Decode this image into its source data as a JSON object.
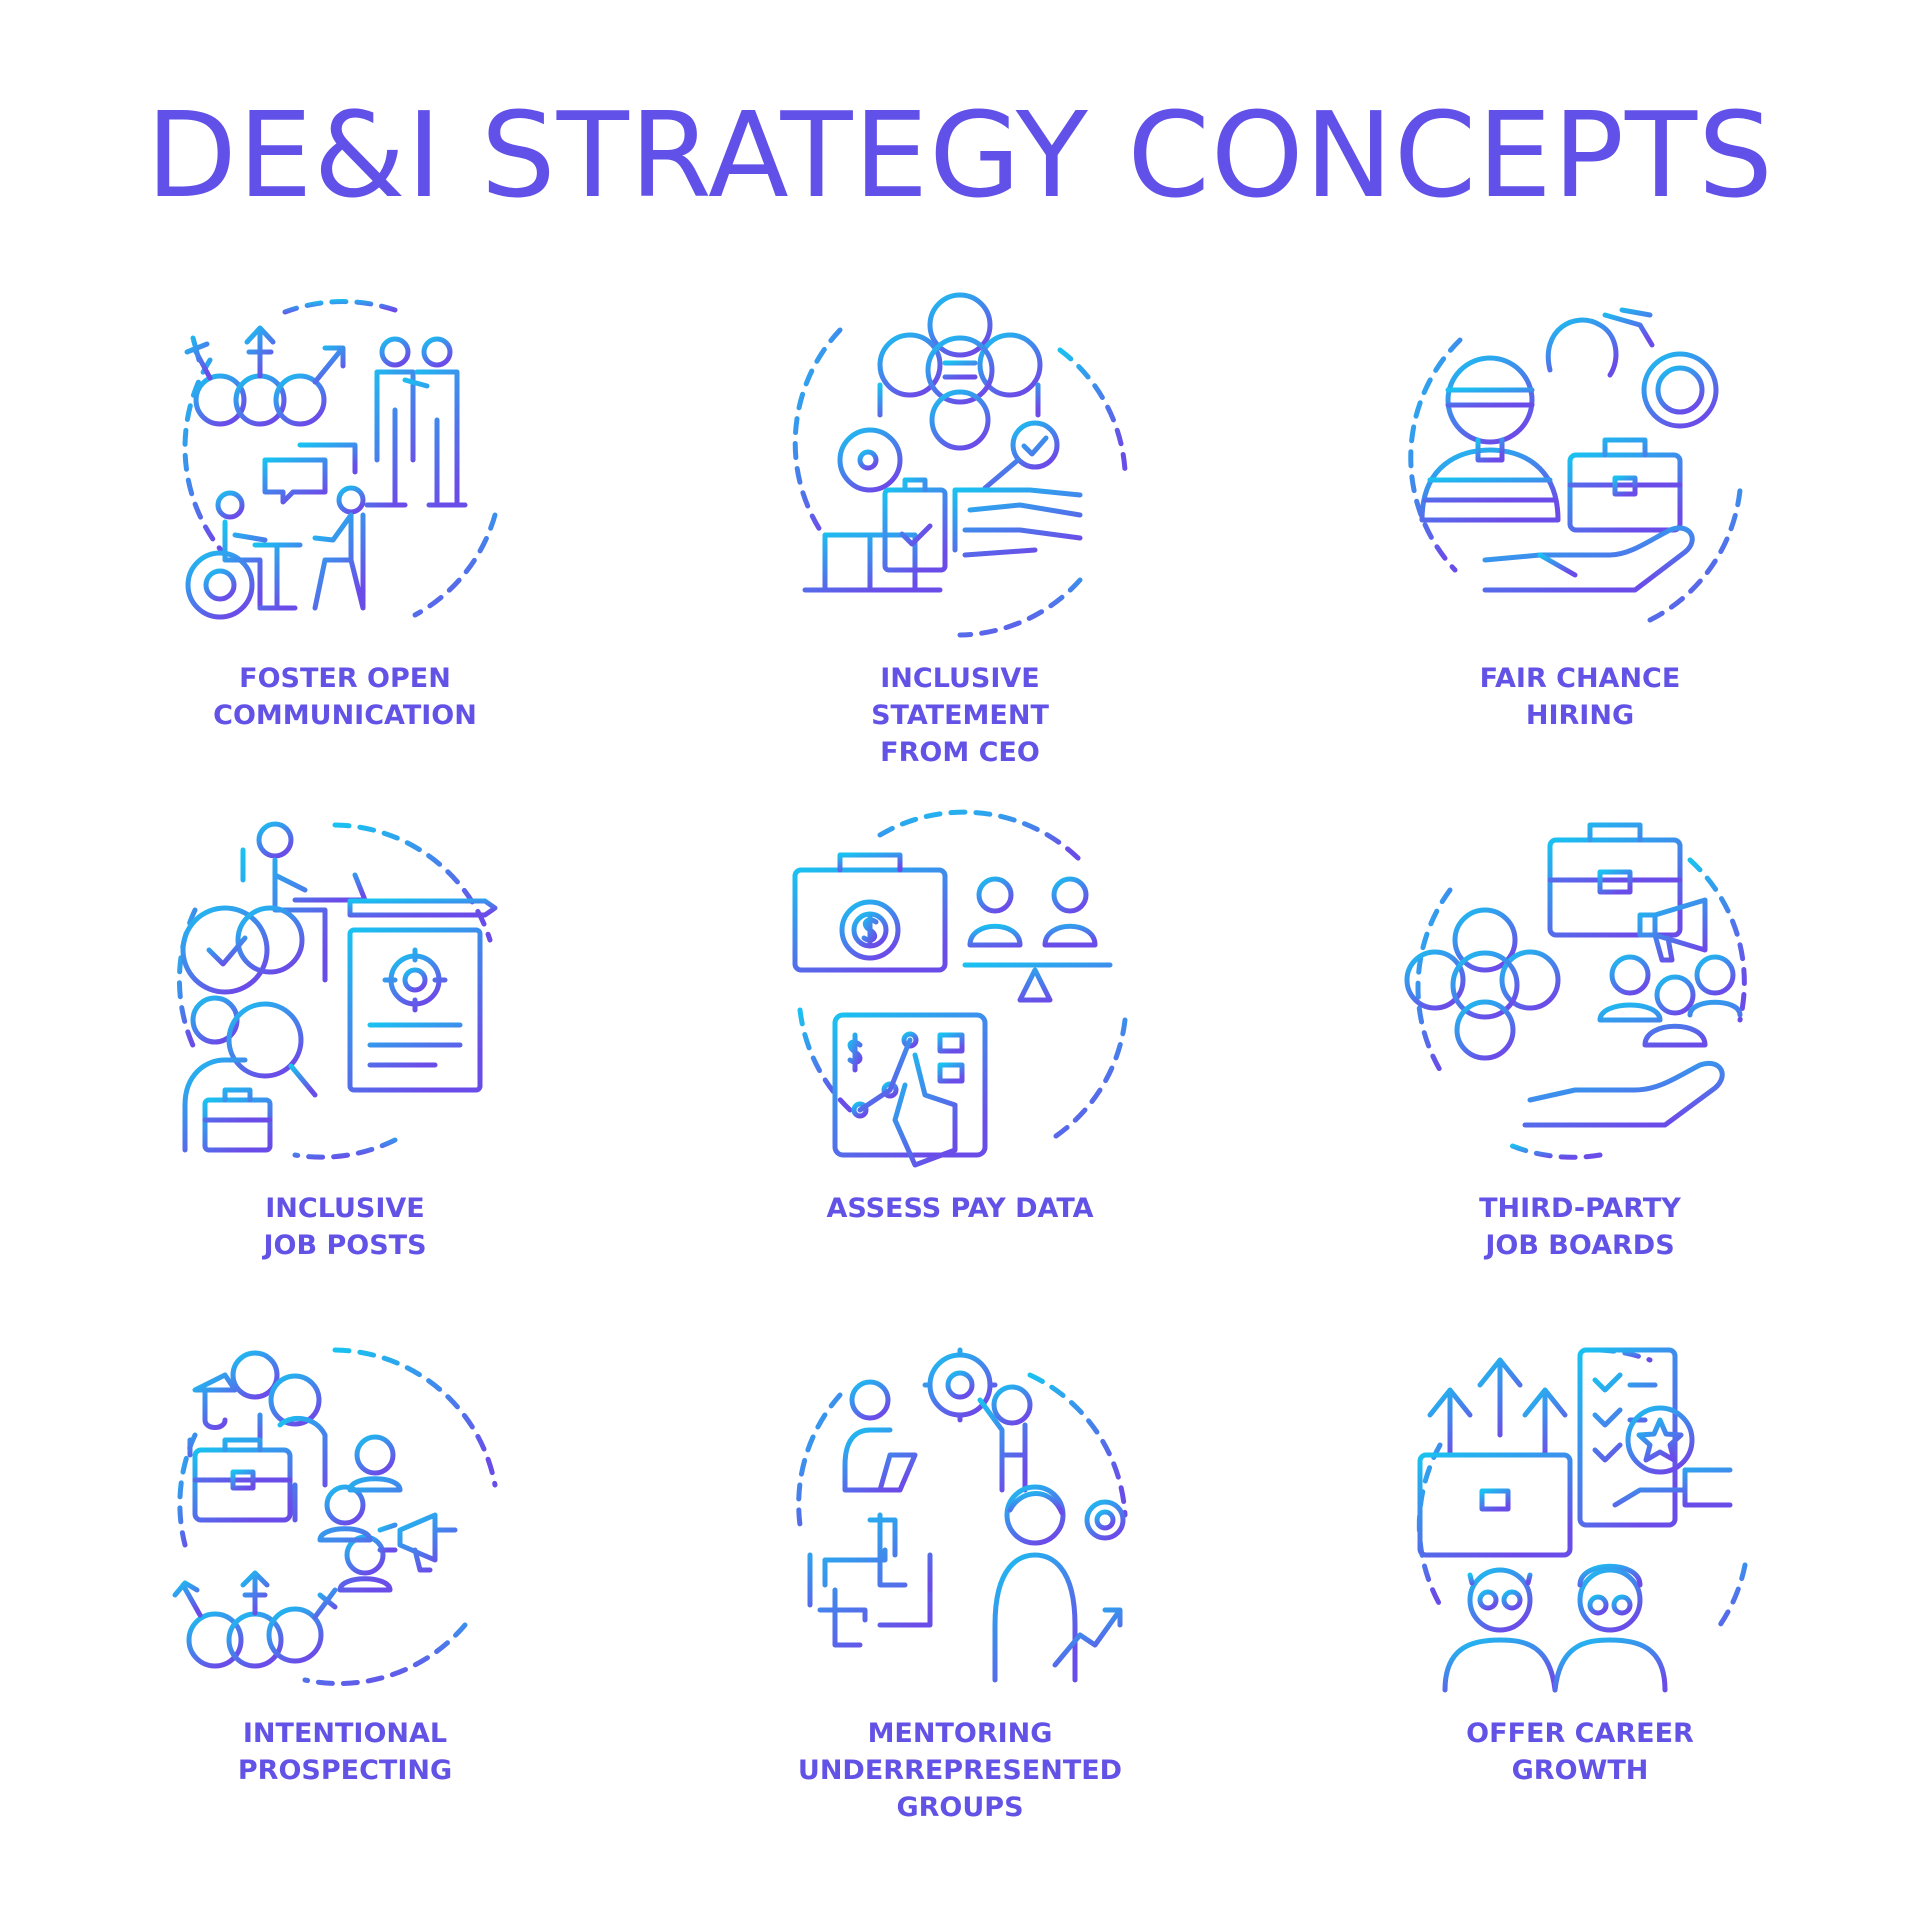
{
  "title": "DE&I STRATEGY CONCEPTS",
  "colors": {
    "title": "#6151e8",
    "label": "#6252e6",
    "gradient_start": "#19c2f0",
    "gradient_end": "#6a4de8"
  },
  "concepts": [
    {
      "lines": [
        "FOSTER OPEN",
        "COMMUNICATION"
      ],
      "icon": "gender-symbols-people-wheelchair-dialogue-icon"
    },
    {
      "lines": [
        "INCLUSIVE",
        "STATEMENT",
        "FROM CEO"
      ],
      "icon": "diverse-faces-speaker-clipboard-handshake-icon"
    },
    {
      "lines": [
        "FAIR CHANCE",
        "HIRING"
      ],
      "icon": "prisoner-handcuffs-briefcase-hand-icon"
    },
    {
      "lines": [
        "INCLUSIVE",
        "JOB POSTS"
      ],
      "icon": "wheelchair-check-resume-magnifier-icon"
    },
    {
      "lines": [
        "ASSESS PAY DATA"
      ],
      "icon": "salary-briefcase-scale-chart-icon"
    },
    {
      "lines": [
        "THIRD-PARTY",
        "JOB BOARDS"
      ],
      "icon": "briefcase-megaphone-diverse-group-hand-icon"
    },
    {
      "lines": [
        "INTENTIONAL",
        "PROSPECTING"
      ],
      "icon": "diverse-people-megaphone-gender-symbols-icon"
    },
    {
      "lines": [
        "MENTORING",
        "UNDERREPRESENTED",
        "GROUPS"
      ],
      "icon": "mentor-teamwork-hands-growth-icon"
    },
    {
      "lines": [
        "OFFER CAREER",
        "GROWTH"
      ],
      "icon": "arrows-briefcase-rating-elderly-people-icon"
    }
  ]
}
